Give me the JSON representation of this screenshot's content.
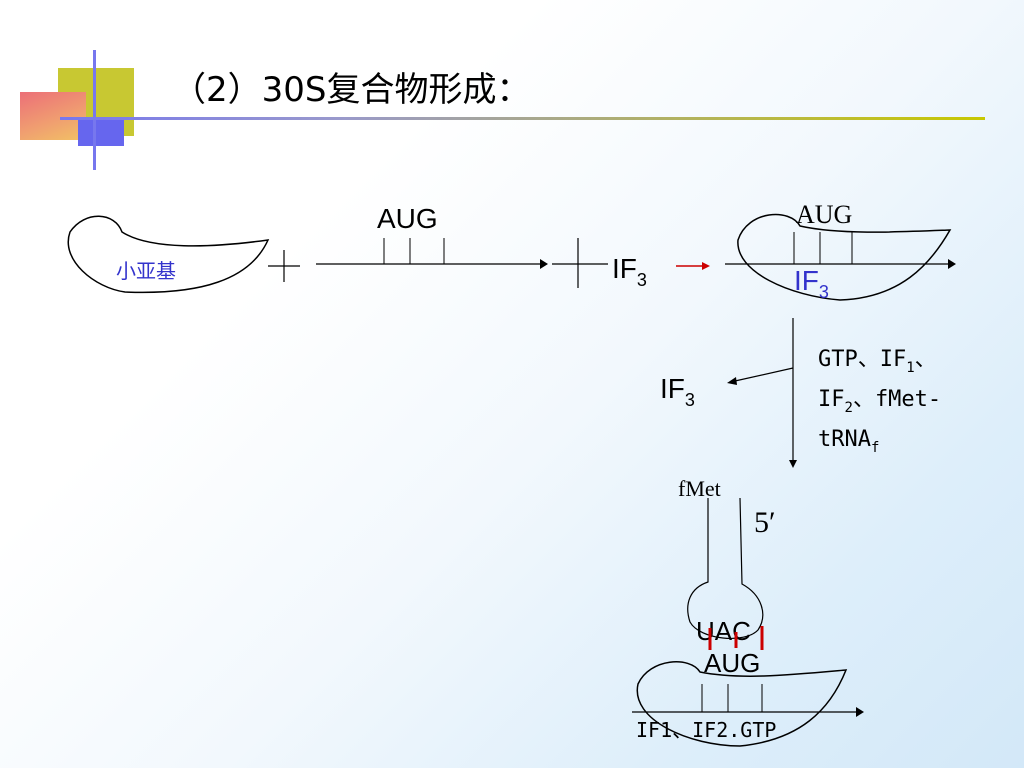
{
  "title": "（2）30S复合物形成：",
  "small_subunit_label": "小亚基",
  "plus_sign": "+",
  "aug_label": "AUG",
  "if3_main": "IF",
  "if3_sub": "3",
  "product_aug": "AUG",
  "product_if3_main": "IF",
  "product_if3_sub": "3",
  "released_if3_main": "IF",
  "released_if3_sub": "3",
  "factors": {
    "line1": [
      "GTP、IF",
      "1",
      "、"
    ],
    "line2": [
      "IF",
      "2",
      "、fMet-"
    ],
    "line3": [
      "tRNA",
      "f"
    ]
  },
  "fmet_label": "fMet",
  "five_prime": "5′",
  "anticodon": "UAC",
  "codon": "AUG",
  "bottom_label": "IF1、IF2.GTP",
  "colors": {
    "accent_blue": "#3333cc",
    "red": "#cc0000",
    "title_line": "#c8c800",
    "deco_yellow": "#c8c832",
    "deco_pink": "#ec6f78",
    "deco_blue": "#6666ee"
  }
}
